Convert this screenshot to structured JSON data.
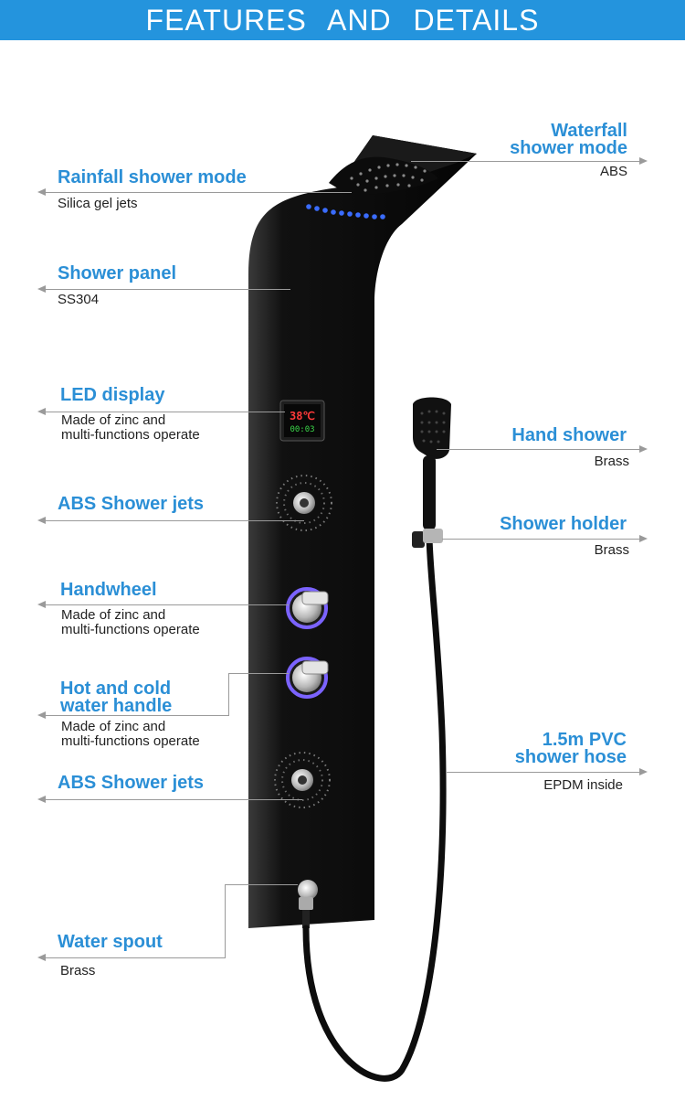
{
  "banner": {
    "title": "FEATURES AND DETAILS",
    "color": "#2494dd"
  },
  "accent_color": "#2b8fd6",
  "product": {
    "display_temp": "38℃",
    "display_time": "00:03"
  },
  "left_features": [
    {
      "title": "Rainfall shower mode",
      "sub": "Silica gel jets"
    },
    {
      "title": "Shower panel",
      "sub": "SS304"
    },
    {
      "title": "LED display",
      "sub": "Made of zinc and\nmulti-functions operate"
    },
    {
      "title": "ABS Shower jets",
      "sub": ""
    },
    {
      "title": "Handwheel",
      "sub": "Made of zinc and\nmulti-functions operate"
    },
    {
      "title": "Hot and cold\nwater handle",
      "sub": "Made of zinc and\nmulti-functions operate"
    },
    {
      "title": "ABS Shower jets",
      "sub": ""
    },
    {
      "title": "Water spout",
      "sub": "Brass"
    }
  ],
  "right_features": [
    {
      "title": "Waterfall\nshower mode",
      "sub": "ABS"
    },
    {
      "title": "Hand shower",
      "sub": "Brass"
    },
    {
      "title": "Shower holder",
      "sub": "Brass"
    },
    {
      "title": "1.5m PVC\nshower hose",
      "sub": "EPDM inside"
    }
  ]
}
